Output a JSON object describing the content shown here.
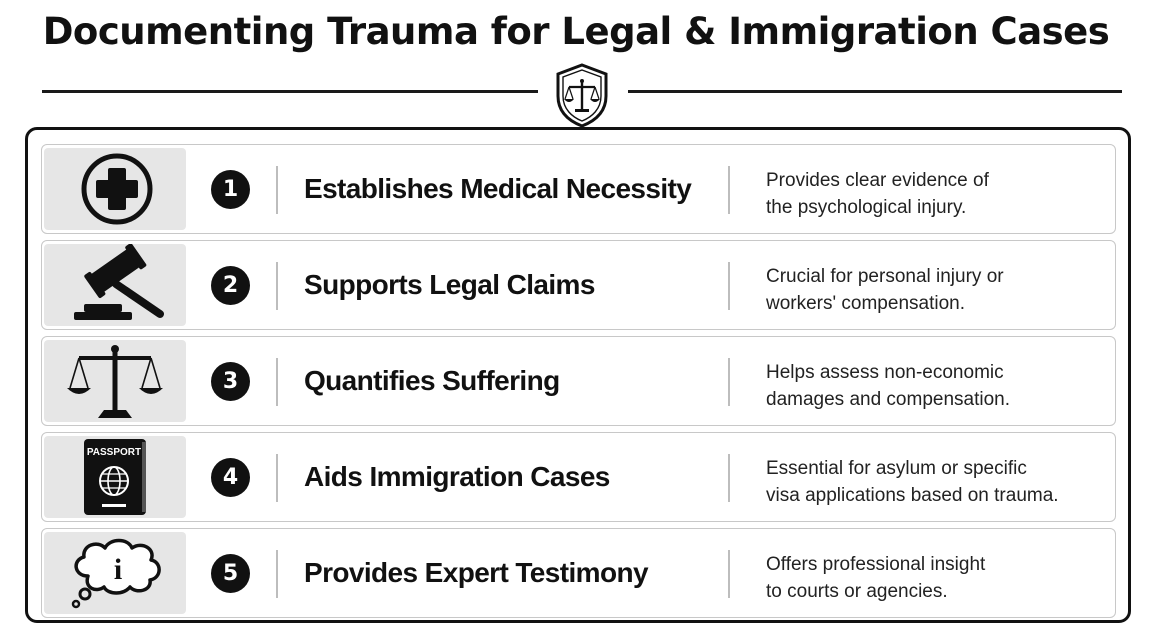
{
  "title": "Documenting Trauma for Legal & Immigration Cases",
  "header_icon": "shield-scales-icon",
  "items": [
    {
      "number": "1",
      "icon": "medical-cross-icon",
      "heading": "Establishes Medical Necessity",
      "description_lines": [
        "Provides clear evidence of",
        "the psychological injury."
      ]
    },
    {
      "number": "2",
      "icon": "gavel-icon",
      "heading": "Supports Legal Claims",
      "description_lines": [
        "Crucial for personal injury or",
        "workers' compensation."
      ]
    },
    {
      "number": "3",
      "icon": "scales-of-justice-icon",
      "heading": "Quantifies Suffering",
      "description_lines": [
        "Helps assess non-economic",
        "damages and compensation."
      ]
    },
    {
      "number": "4",
      "icon": "passport-icon",
      "icon_text": "PASSPORT",
      "heading": "Aids Immigration Cases",
      "description_lines": [
        "Essential for asylum or specific",
        "visa applications based on trauma."
      ]
    },
    {
      "number": "5",
      "icon": "info-thought-bubble-icon",
      "icon_text": "i",
      "heading": "Provides Expert Testimony",
      "description_lines": [
        "Offers professional insight",
        "to courts or agencies."
      ]
    }
  ]
}
